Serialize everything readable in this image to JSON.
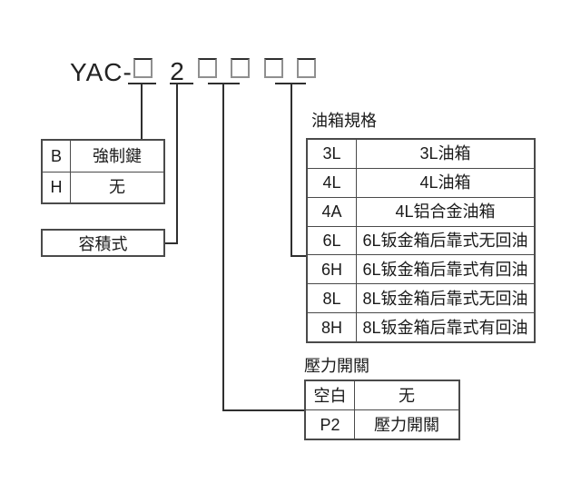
{
  "model_code": {
    "prefix": "YAC-",
    "digit": "2"
  },
  "key_table": {
    "rows": [
      {
        "code": "B",
        "desc": "強制鍵"
      },
      {
        "code": "H",
        "desc": "无"
      }
    ]
  },
  "volumetric": {
    "label": "容積式"
  },
  "tank_table": {
    "title": "油箱規格",
    "rows": [
      {
        "code": "3L",
        "desc": "3L油箱"
      },
      {
        "code": "4L",
        "desc": "4L油箱"
      },
      {
        "code": "4A",
        "desc": "4L铝合金油箱"
      },
      {
        "code": "6L",
        "desc": "6L钣金箱后靠式无回油"
      },
      {
        "code": "6H",
        "desc": "6L钣金箱后靠式有回油"
      },
      {
        "code": "8L",
        "desc": "8L钣金箱后靠式无回油"
      },
      {
        "code": "8H",
        "desc": "8L钣金箱后靠式有回油"
      }
    ]
  },
  "pressure_table": {
    "title": "壓力開關",
    "rows": [
      {
        "code": "空白",
        "desc": "无"
      },
      {
        "code": "P2",
        "desc": "壓力開關"
      }
    ]
  },
  "colors": {
    "line": "#2f2f2f",
    "table_border": "#4a4a4a",
    "text": "#1a1a1a",
    "background": "#ffffff"
  }
}
